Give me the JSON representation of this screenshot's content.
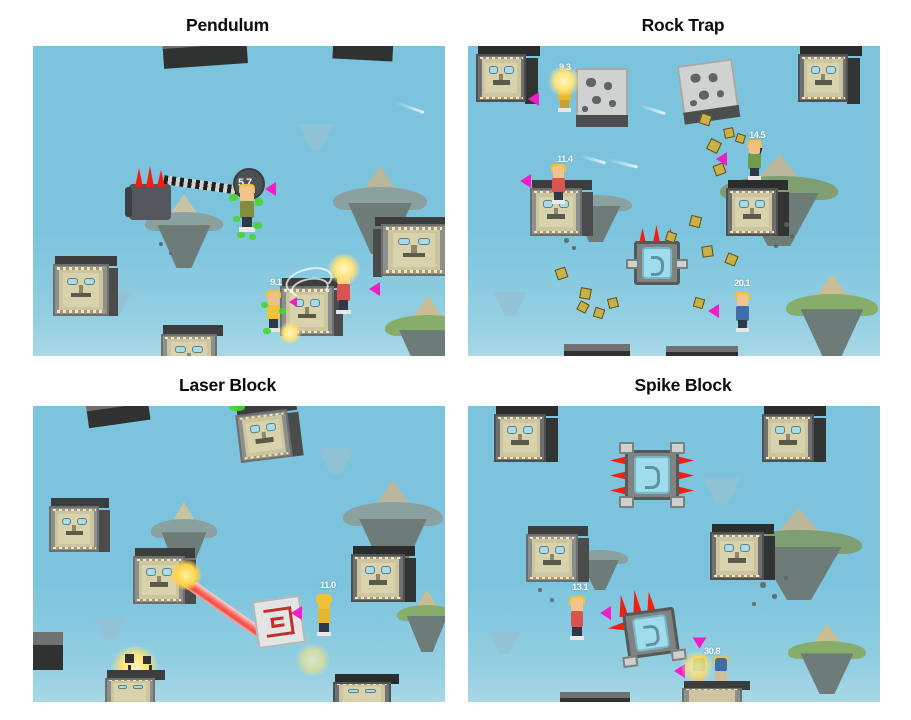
{
  "figure": {
    "panels": [
      {
        "id": "pendulum",
        "title": "Pendulum",
        "hud_labels": [
          "5.7",
          "9.1"
        ],
        "sky_color": "#7cc4de",
        "marker_color": "#f01ec8",
        "hazard": "pendulum-hammer",
        "hazard_spike_color": "#ef2010"
      },
      {
        "id": "rock-trap",
        "title": "Rock Trap",
        "hud_labels": [
          "9.3",
          "11.4",
          "14.5",
          "20.1"
        ],
        "sky_color": "#7cc4de",
        "marker_color": "#f01ec8",
        "hazard": "rock-trap-crate",
        "hazard_spike_color": "#ef2010"
      },
      {
        "id": "laser-block",
        "title": "Laser Block",
        "hud_labels": [
          "11.0"
        ],
        "sky_color": "#7cc4de",
        "marker_color": "#f01ec8",
        "hazard": "laser-emitter",
        "beam_color": "#f2453a"
      },
      {
        "id": "spike-block",
        "title": "Spike Block",
        "hud_labels": [
          "13.1",
          "30.8"
        ],
        "sky_color": "#7cc4de",
        "marker_color": "#f01ec8",
        "hazard": "spike-block",
        "hazard_spike_color": "#ef2010"
      }
    ]
  }
}
